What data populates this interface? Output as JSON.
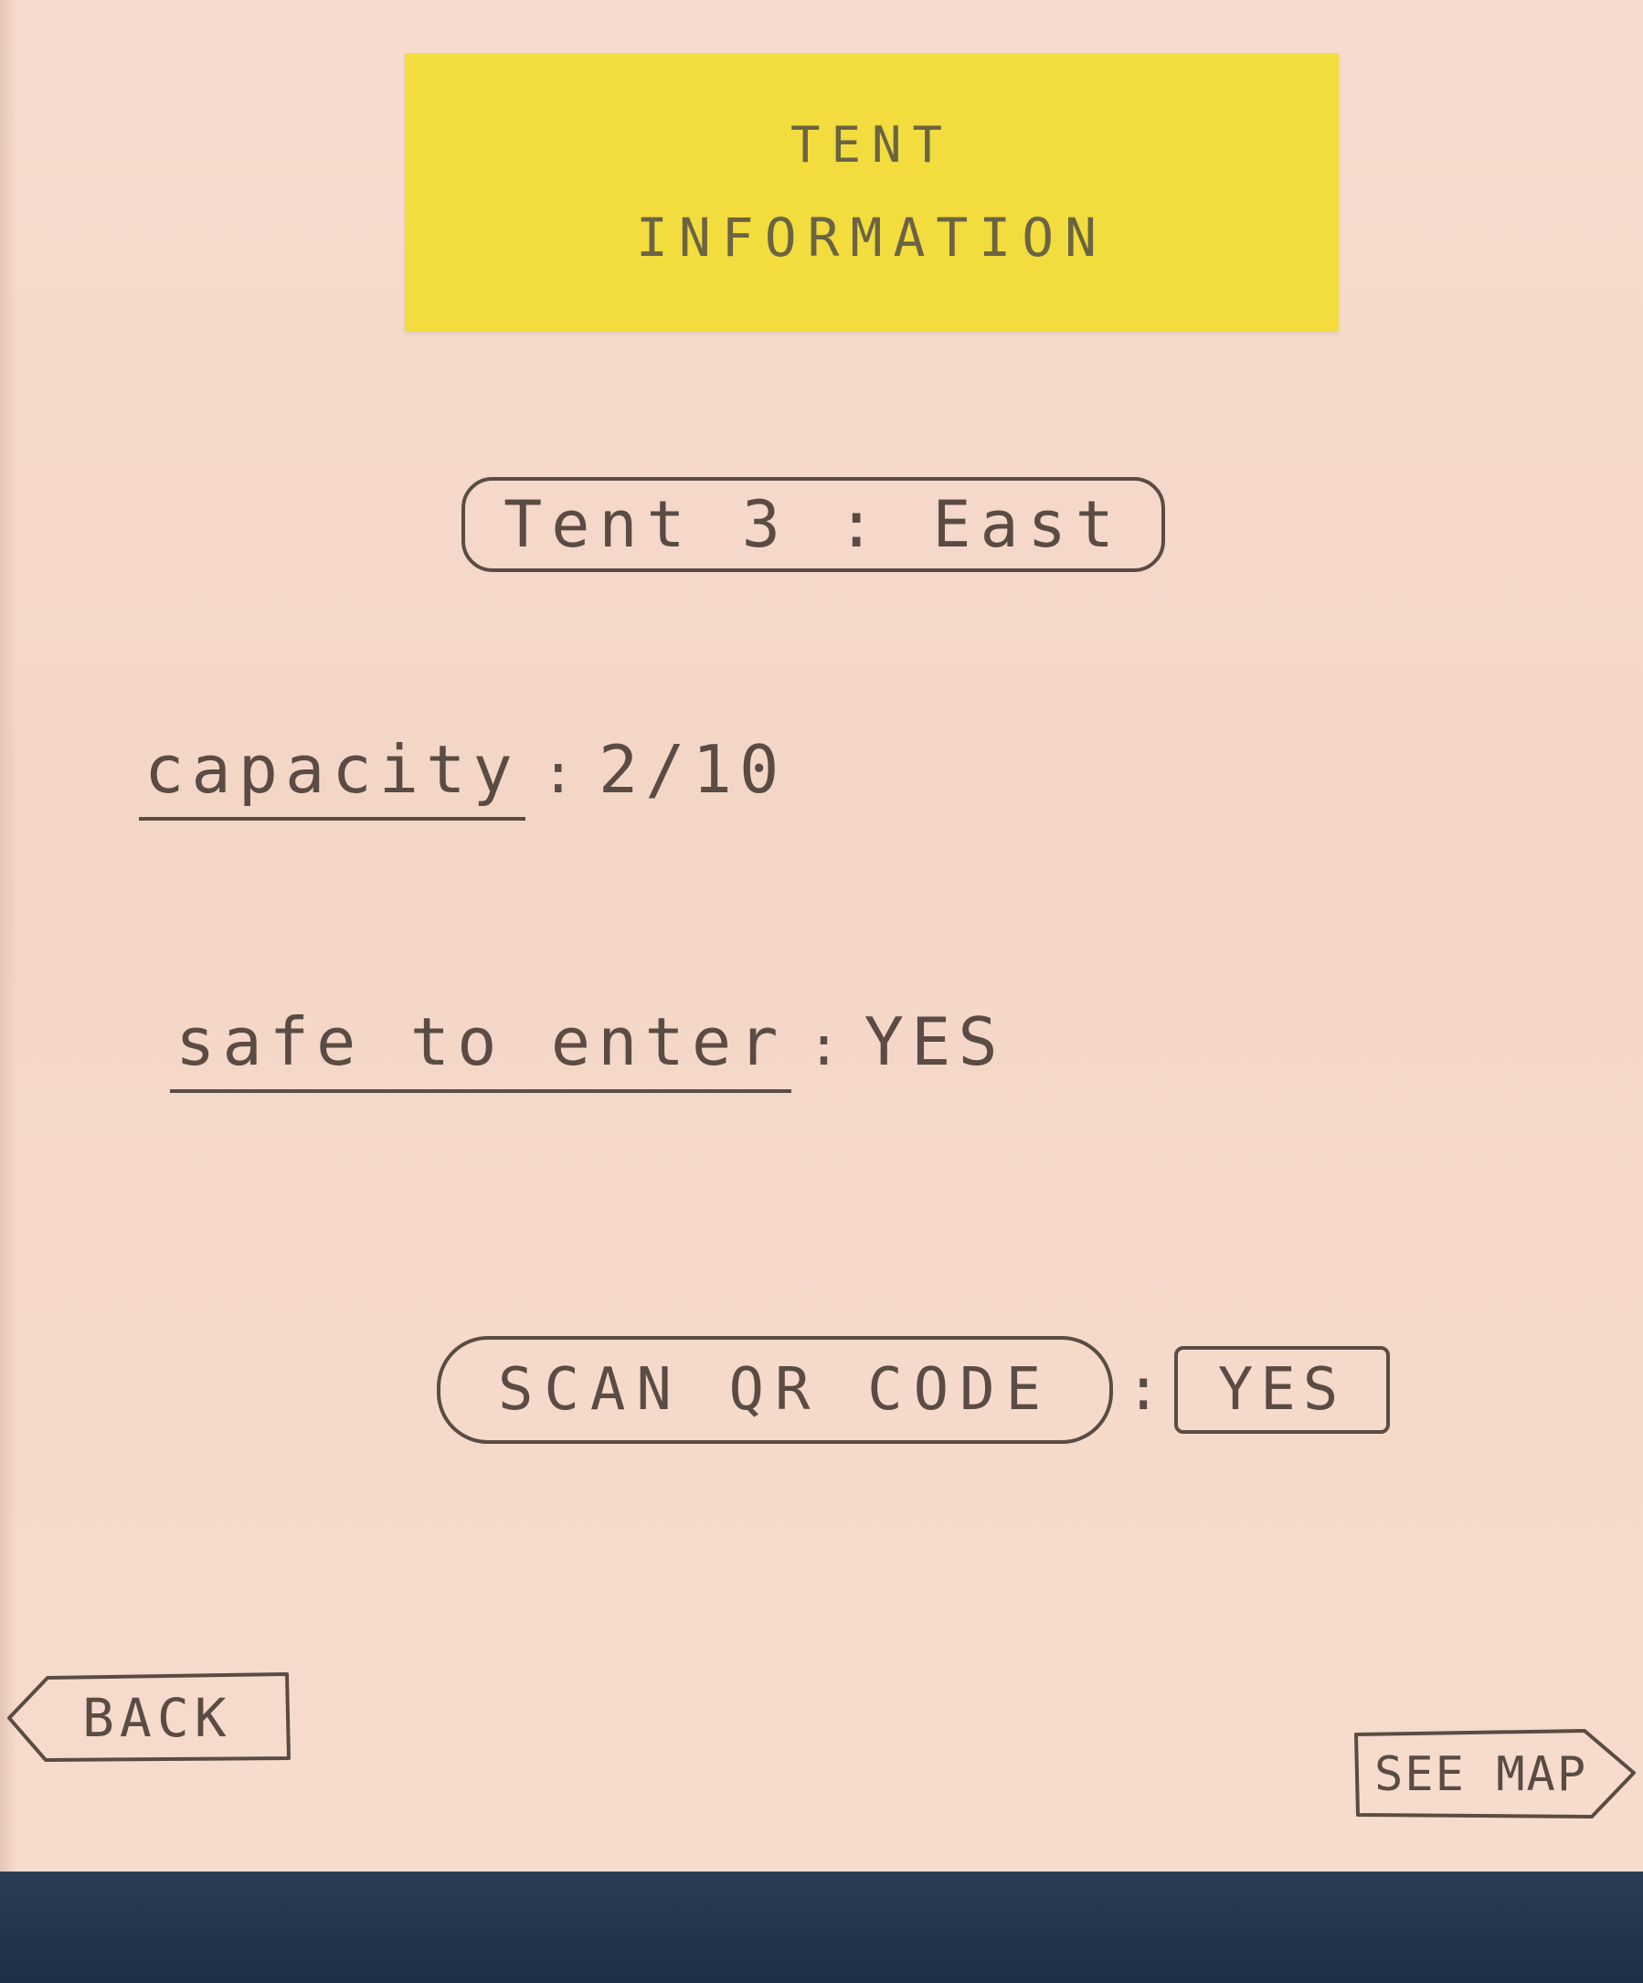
{
  "header": {
    "title_line1": "TENT",
    "title_line2": "INFORMATION"
  },
  "tent": {
    "name": "Tent 3 : East"
  },
  "capacity": {
    "label": "capacity",
    "separator": ":",
    "value": "2/10"
  },
  "safety": {
    "label": "safe to enter",
    "separator": ":",
    "value": "YES"
  },
  "scan": {
    "button_label": "SCAN QR CODE",
    "separator": ":",
    "value": "YES"
  },
  "nav": {
    "back_label": "BACK",
    "map_label": "SEE MAP"
  },
  "colors": {
    "paper": "#f6dccf",
    "sticky_note": "#f2dc3e",
    "ink": "#5a4c44",
    "background": "#1f3550"
  }
}
